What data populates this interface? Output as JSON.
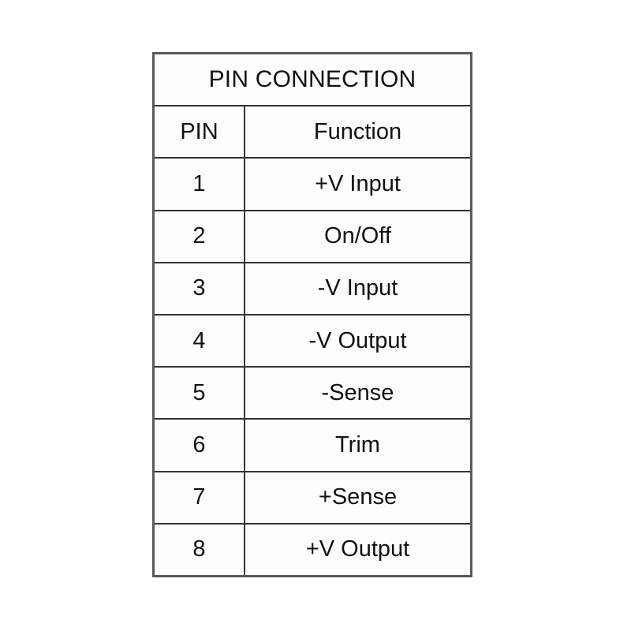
{
  "table": {
    "title": "PIN CONNECTION",
    "columns": [
      "PIN",
      "Function"
    ],
    "rows": [
      {
        "pin": "1",
        "function": "+V Input"
      },
      {
        "pin": "2",
        "function": "On/Off"
      },
      {
        "pin": "3",
        "function": "-V Input"
      },
      {
        "pin": "4",
        "function": "-V Output"
      },
      {
        "pin": "5",
        "function": "-Sense"
      },
      {
        "pin": "6",
        "function": "Trim"
      },
      {
        "pin": "7",
        "function": "+Sense"
      },
      {
        "pin": "8",
        "function": "+V Output"
      }
    ]
  },
  "colors": {
    "page_background": "#ffffff",
    "cell_background": "#fdfdfd",
    "outer_border": "#5a5a5a",
    "inner_border": "#333333",
    "text": "#111111"
  }
}
